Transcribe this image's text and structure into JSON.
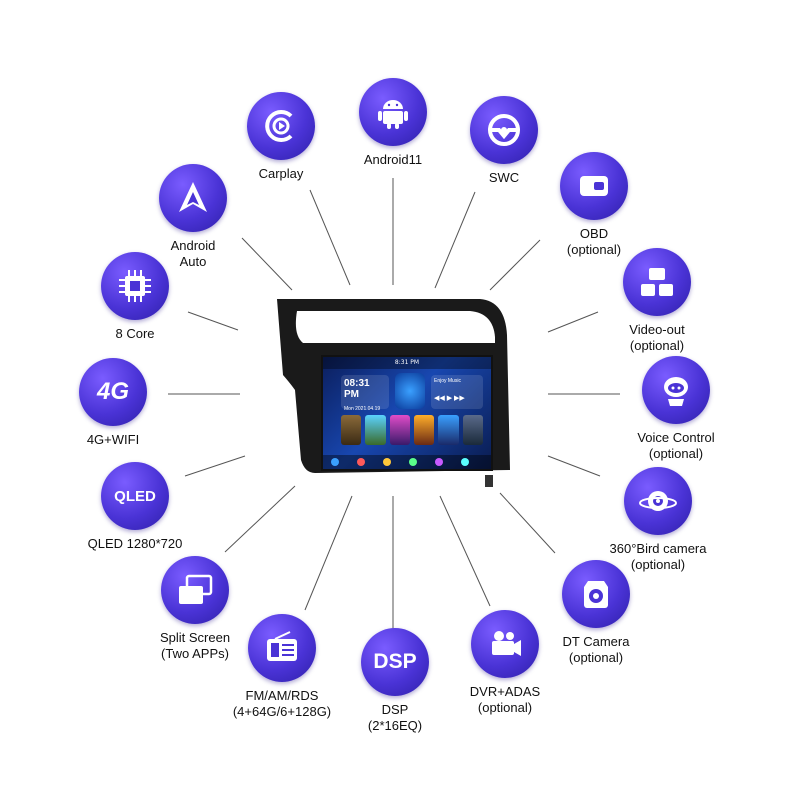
{
  "colors": {
    "circle": "#4a33d6",
    "spoke": "#555555",
    "label": "#111111"
  },
  "features": [
    {
      "id": "android11",
      "lines": [
        "Android11"
      ],
      "icon": "android-robot-icon"
    },
    {
      "id": "swc",
      "lines": [
        "SWC"
      ],
      "icon": "steering-wheel-icon"
    },
    {
      "id": "obd",
      "lines": [
        "OBD",
        "(optional)"
      ],
      "icon": "obd-connector-icon"
    },
    {
      "id": "videoout",
      "lines": [
        "Video-out",
        "(optional)"
      ],
      "icon": "video-out-icon"
    },
    {
      "id": "voice",
      "lines": [
        "Voice Control",
        "(optional)"
      ],
      "icon": "robot-assistant-icon"
    },
    {
      "id": "camera360",
      "lines": [
        "360°Bird camera",
        "(optional)"
      ],
      "icon": "360-camera-icon"
    },
    {
      "id": "dtcamera",
      "lines": [
        "DT Camera",
        "(optional)"
      ],
      "icon": "dash-camera-icon"
    },
    {
      "id": "dvr",
      "lines": [
        "DVR+ADAS",
        "(optional)"
      ],
      "icon": "video-camera-icon"
    },
    {
      "id": "dsp",
      "lines": [
        "DSP",
        "(2*16EQ)"
      ],
      "icon": "dsp-icon",
      "icon_text": "DSP"
    },
    {
      "id": "radio",
      "lines": [
        "FM/AM/RDS",
        "(4+64G/6+128G)"
      ],
      "icon": "radio-icon"
    },
    {
      "id": "split",
      "lines": [
        "Split Screen",
        "(Two APPs)"
      ],
      "icon": "split-screen-icon"
    },
    {
      "id": "qled",
      "lines": [
        "QLED 1280*720"
      ],
      "icon": "qled-icon",
      "icon_text": "QLED"
    },
    {
      "id": "4g",
      "lines": [
        "4G+WIFI"
      ],
      "icon": "4g-icon",
      "icon_text": "4G"
    },
    {
      "id": "8core",
      "lines": [
        "8 Core"
      ],
      "icon": "cpu-chip-icon"
    },
    {
      "id": "androidauto",
      "lines": [
        "Android",
        "Auto"
      ],
      "icon": "android-auto-icon"
    },
    {
      "id": "carplay",
      "lines": [
        "Carplay"
      ],
      "icon": "carplay-icon"
    }
  ],
  "device": {
    "status_time": "8:31 PM",
    "clock_time": "08:31 PM",
    "clock_date": "Mon    2021.04.19",
    "music_label": "Enjoy Music"
  }
}
